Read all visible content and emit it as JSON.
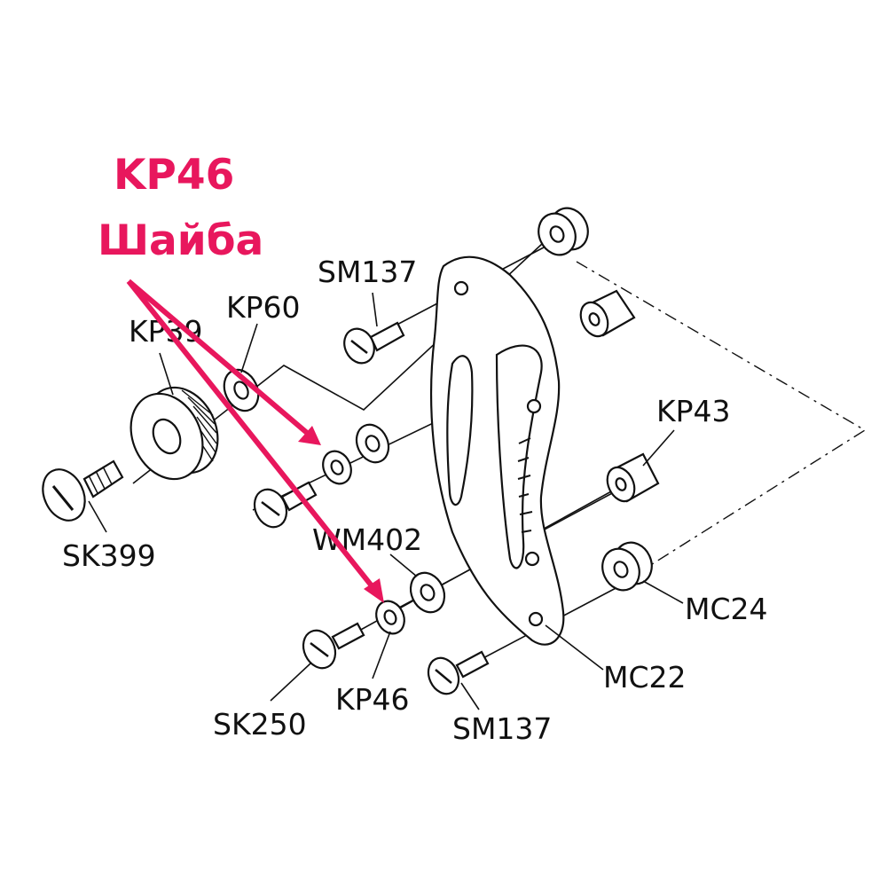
{
  "highlight": {
    "part_code": "KP46",
    "part_name": "Шайба",
    "color": "#e8175d"
  },
  "labels": {
    "sm137_top": "SM137",
    "kp39": "KP39",
    "kp60": "KP60",
    "kp43": "KP43",
    "sk399": "SK399",
    "wm402": "WM402",
    "mc24": "MC24",
    "mc22": "MC22",
    "kp46_bottom": "KP46",
    "sk250": "SK250",
    "sm137_bottom": "SM137"
  }
}
